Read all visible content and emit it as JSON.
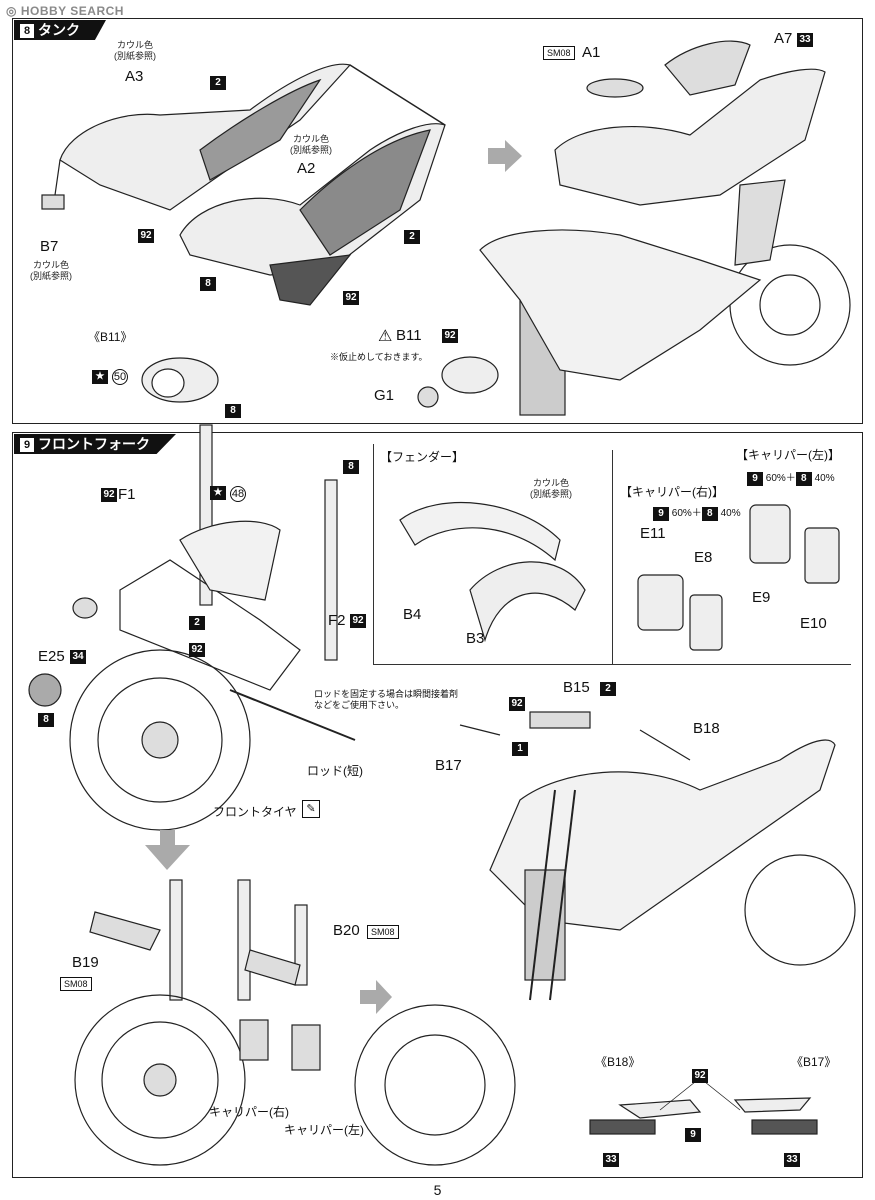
{
  "watermark": "HOBBY SEARCH",
  "page_number": "5",
  "step8": {
    "num": "8",
    "title": "タンク",
    "cowl_color": "カウル色",
    "see_sheet": "(別紙参照)",
    "labels": {
      "A3": "A3",
      "A2": "A2",
      "B7": "B7",
      "A1": "A1",
      "A7": "A7",
      "B11": "B11",
      "G1": "G1",
      "B11_ref": "《B11》"
    },
    "sm08": "SM08",
    "note_temp": "※仮止めしておきます。",
    "chips": {
      "c2a": "2",
      "c92a": "92",
      "c8a": "8",
      "c2b": "2",
      "c92b": "92",
      "c33": "33",
      "c92c": "92",
      "c50": "50"
    }
  },
  "step9": {
    "num": "9",
    "title": "フロントフォーク",
    "fender": "【フェンダー】",
    "cowl_color": "カウル色",
    "see_sheet": "(別紙参照)",
    "caliper_right": "【キャリパー(右)】",
    "caliper_left": "【キャリパー(左)】",
    "mix_r": {
      "c1": "9",
      "p1": "60%＋",
      "c2": "8",
      "p2": "40%"
    },
    "mix_l": {
      "c1": "9",
      "p1": "60%＋",
      "c2": "8",
      "p2": "40%"
    },
    "labels": {
      "F1": "F1",
      "F2": "F2",
      "B4": "B4",
      "B3": "B3",
      "E11": "E11",
      "E8": "E8",
      "E9": "E9",
      "E10": "E10",
      "E25": "E25",
      "B15": "B15",
      "B17": "B17",
      "B18": "B18",
      "B19": "B19",
      "B20": "B20",
      "B18_ref": "《B18》",
      "B17_ref": "《B17》"
    },
    "sm08": "SM08",
    "rod_note_1": "ロッドを固定する場合は瞬間接着剤",
    "rod_note_2": "などをご使用下さい。",
    "rod": "ロッド(短)",
    "front_tire": "フロントタイヤ",
    "caliper_r_cap": "キャリパー(右)",
    "caliper_l_cap": "キャリパー(左)",
    "chips": {
      "c8a": "8",
      "c92a": "92",
      "c48": "48",
      "c8b": "8",
      "c92b": "92",
      "c2": "2",
      "c92c": "92",
      "c34": "34",
      "c8c": "8",
      "c2b": "2",
      "c92d": "92",
      "c1": "1",
      "c92e": "92",
      "c9": "9",
      "c33a": "33",
      "c33b": "33"
    }
  }
}
